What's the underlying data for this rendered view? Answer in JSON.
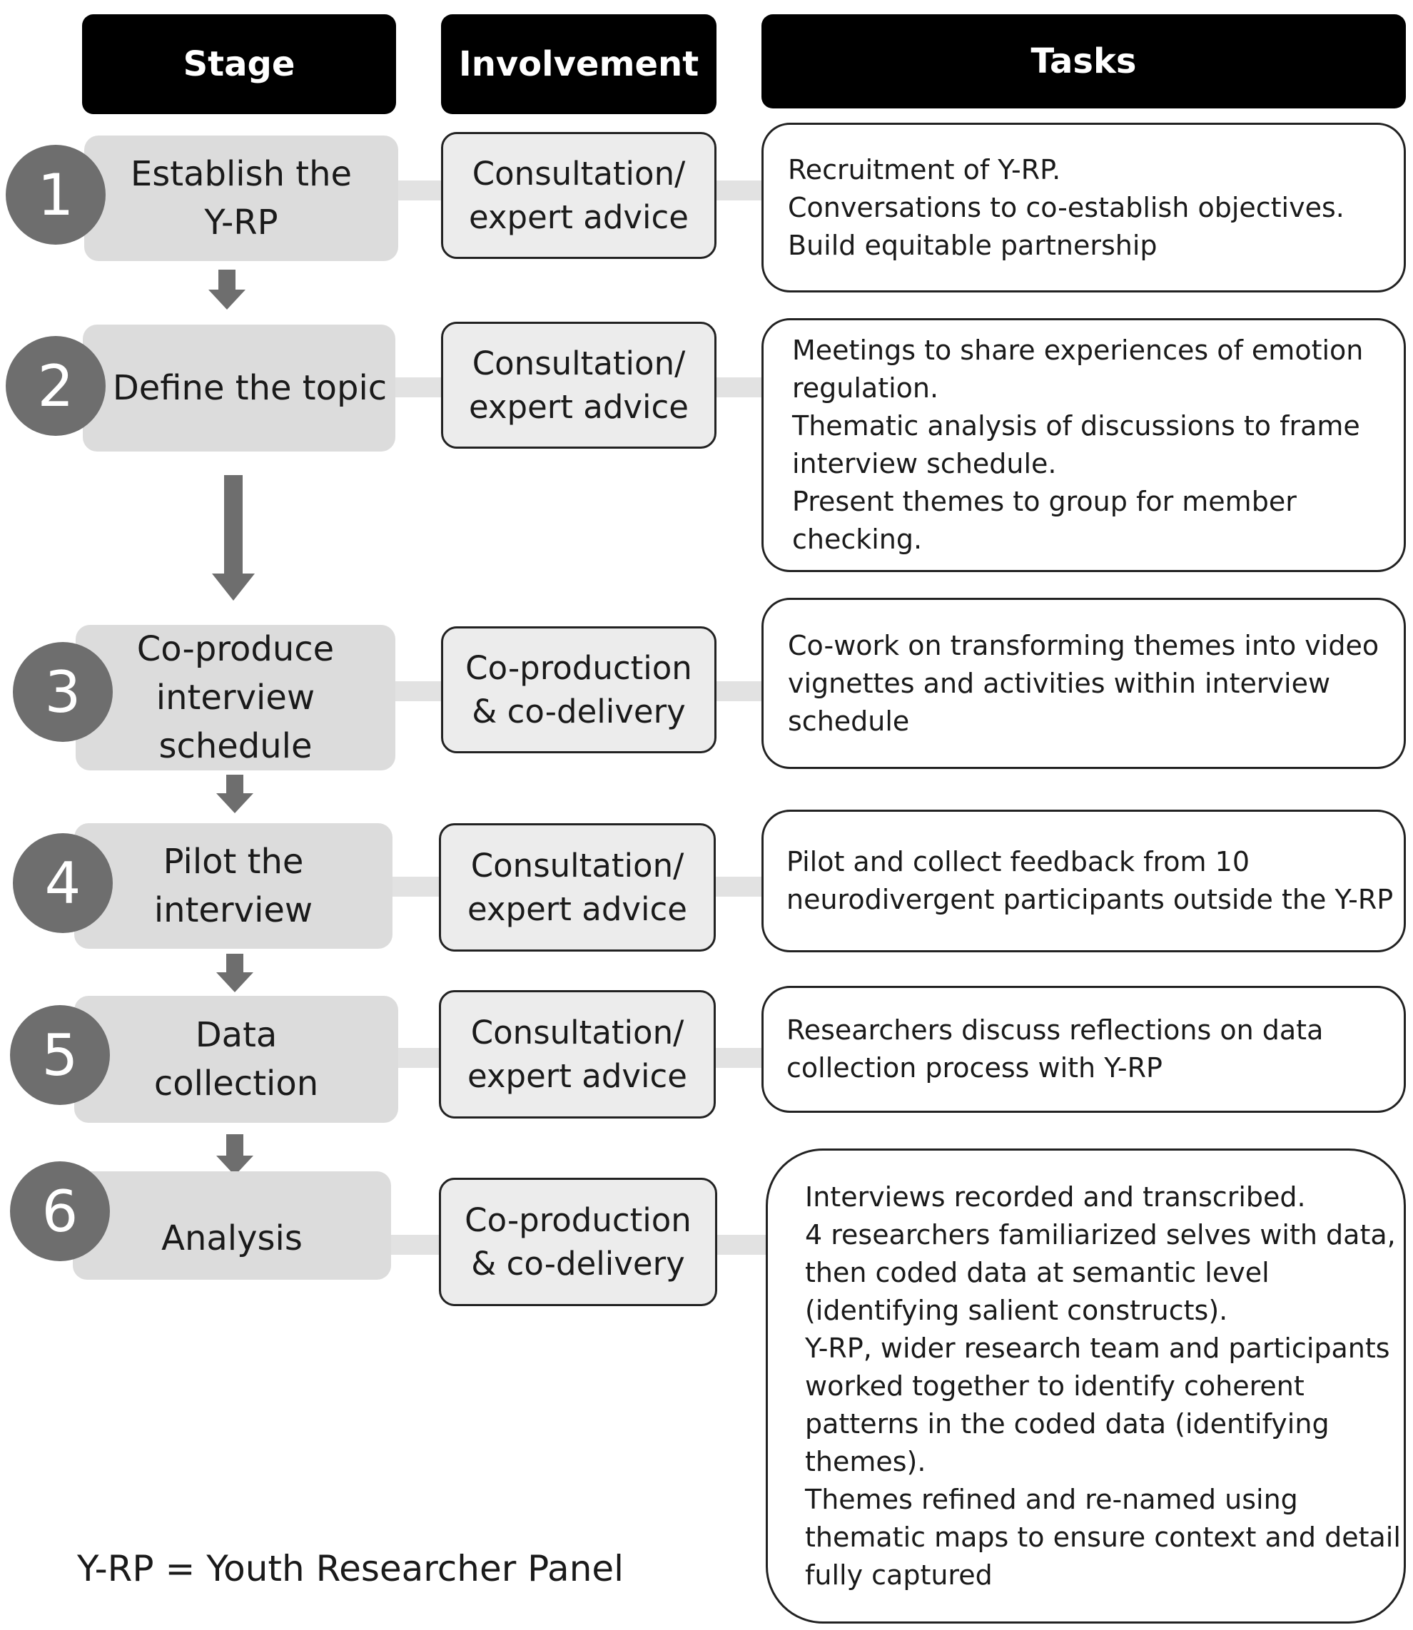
{
  "headers": {
    "stage": "Stage",
    "involvement": "Involvement",
    "tasks": "Tasks"
  },
  "stages": [
    {
      "number": "1",
      "stage_lines": [
        "Establish the",
        "Y-RP"
      ],
      "involvement_lines": [
        "Consultation/",
        "expert advice"
      ],
      "task_lines": [
        "Recruitment of Y-RP.",
        "Conversations to  co-establish objectives.",
        "Build equitable partnership"
      ]
    },
    {
      "number": "2",
      "stage_lines": [
        "Define the topic"
      ],
      "involvement_lines": [
        "Consultation/",
        "expert advice"
      ],
      "task_lines": [
        "Meetings to share experiences of emotion",
        "regulation.",
        "Thematic analysis of discussions to frame",
        "interview schedule.",
        "Present themes to group for member",
        "checking."
      ]
    },
    {
      "number": "3",
      "stage_lines": [
        "Co-produce",
        "interview",
        "schedule"
      ],
      "involvement_lines": [
        "Co-production",
        "& co-delivery"
      ],
      "task_lines": [
        "Co-work on transforming themes into video",
        "vignettes and activities within interview",
        "schedule"
      ]
    },
    {
      "number": "4",
      "stage_lines": [
        "Pilot the",
        "interview"
      ],
      "involvement_lines": [
        "Consultation/",
        "expert advice"
      ],
      "task_lines": [
        "Pilot and collect feedback from 10",
        "neurodivergent participants outside the Y-RP"
      ]
    },
    {
      "number": "5",
      "stage_lines": [
        "Data",
        "collection"
      ],
      "involvement_lines": [
        "Consultation/",
        "expert advice"
      ],
      "task_lines": [
        "Researchers discuss reflections on data",
        "collection process with Y-RP"
      ]
    },
    {
      "number": "6",
      "stage_lines": [
        "Analysis"
      ],
      "involvement_lines": [
        "Co-production",
        "& co-delivery"
      ],
      "task_lines": [
        "Interviews recorded and transcribed.",
        "4 researchers familiarized selves with data,",
        "then coded data at semantic level",
        "(identifying salient constructs).",
        "Y-RP, wider research team and participants",
        "worked together to identify coherent",
        "patterns in the coded data (identifying",
        "themes).",
        "Themes refined and re-named using",
        "thematic maps to ensure context and detail",
        "fully captured"
      ]
    }
  ],
  "footnote": "Y-RP = Youth Researcher Panel",
  "colors": {
    "header_bg": "#000000",
    "stage_bg": "#dcdcdc",
    "number_circle": "#6e6e6e",
    "arrow": "#6e6e6e",
    "involvement_bg": "#ececec"
  }
}
